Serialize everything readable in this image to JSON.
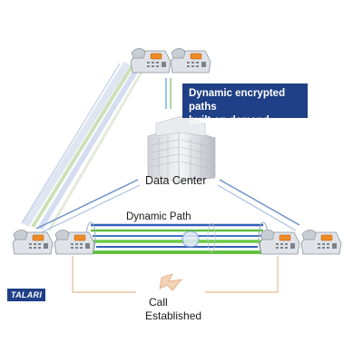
{
  "callout": {
    "line1": "Dynamic encrypted paths",
    "line2": "built on demand"
  },
  "labels": {
    "data_center": "Data Center",
    "dynamic_path": "Dynamic Path",
    "call_line1": "Call",
    "call_line2": "Established"
  },
  "logo": {
    "text": "TALARI"
  },
  "colors": {
    "callout_bg": "#1f3f86",
    "blue_path": "#2f5fb8",
    "green_path": "#5cbf3a",
    "light_line": "#c9d6ec",
    "call_bracket": "#e8b98f"
  },
  "icons": [
    "ip-phone-icon",
    "data-center-building-icon",
    "call-spark-icon"
  ]
}
